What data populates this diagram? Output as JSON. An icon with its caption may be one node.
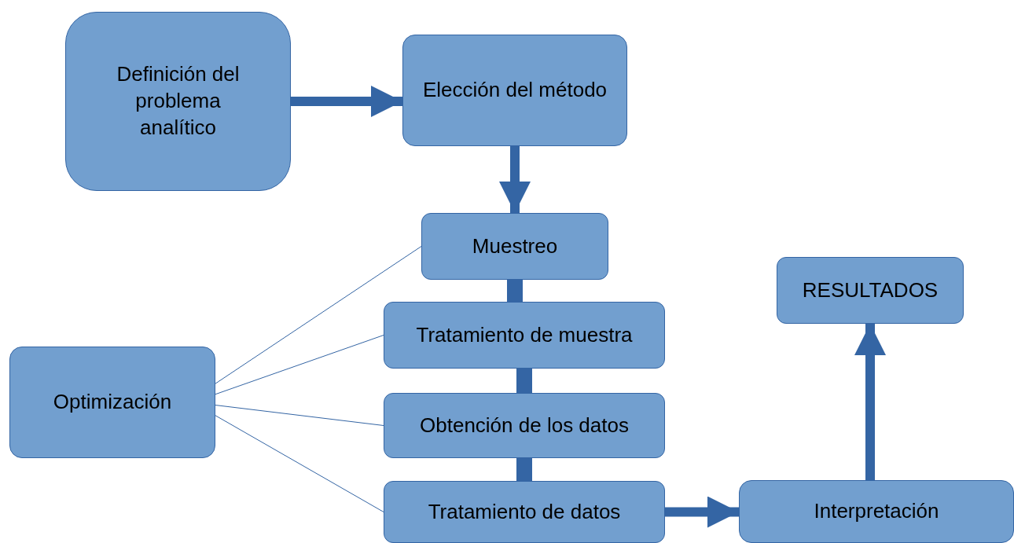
{
  "diagram": {
    "nodes": [
      {
        "text": [
          "Definición del problema analítico"
        ]
      },
      {
        "text": [
          "Elección del método"
        ]
      },
      {
        "text": [
          "Muestreo"
        ]
      },
      {
        "text": [
          "Tratamiento de muestra"
        ]
      },
      {
        "text": [
          "Obtención de los datos"
        ]
      },
      {
        "text": [
          "Tratamiento de datos"
        ]
      },
      {
        "text": [
          "Interpretación"
        ]
      },
      {
        "text": [
          "RESULTADOS"
        ]
      },
      {
        "text": [
          "Optimización"
        ]
      }
    ],
    "edges": [
      {
        "from": 0,
        "to": 1,
        "arrow": "to"
      },
      {
        "from": 1,
        "to": 2,
        "arrow": "to"
      },
      {
        "from": 2,
        "to": 3,
        "arrow": "none"
      },
      {
        "from": 3,
        "to": 4,
        "arrow": "none"
      },
      {
        "from": 4,
        "to": 5,
        "arrow": "none"
      },
      {
        "from": 5,
        "to": 6,
        "arrow": "to"
      },
      {
        "from": 6,
        "to": 7,
        "arrow": "to"
      },
      {
        "from": 8,
        "to": 2,
        "arrow": "none"
      },
      {
        "from": 8,
        "to": 3,
        "arrow": "none"
      },
      {
        "from": 8,
        "to": 4,
        "arrow": "none"
      },
      {
        "from": 8,
        "to": 5,
        "arrow": "none"
      }
    ]
  }
}
